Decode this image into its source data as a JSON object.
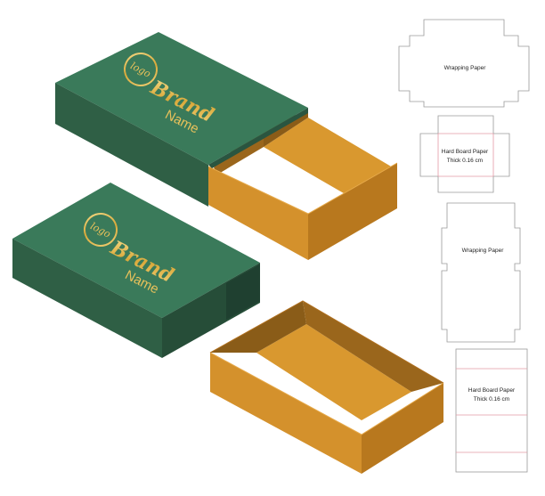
{
  "colors": {
    "sleeve_top": "#3a7a5a",
    "sleeve_front": "#2f5f45",
    "sleeve_side": "#264d38",
    "sleeve_inner": "#1f4030",
    "tray_front": "#d4912c",
    "tray_side": "#b8781e",
    "tray_inner_floor": "#d9982f",
    "tray_inner_wall": "#8a5c18",
    "gold": "#e8c15a",
    "dieline_stroke": "#9a9a9a",
    "dieline_fold": "#e39aa5"
  },
  "branding": {
    "logo": "logo",
    "brand": "Brand",
    "name": "Name"
  },
  "dielines": [
    {
      "label_lines": [
        "Wrapping Paper"
      ]
    },
    {
      "label_lines": [
        "Hard Board Paper",
        "Thick 0.16 cm"
      ]
    },
    {
      "label_lines": [
        "Wrapping Paper"
      ]
    },
    {
      "label_lines": [
        "Hard Board Paper",
        "Thick 0.16 cm"
      ]
    }
  ]
}
